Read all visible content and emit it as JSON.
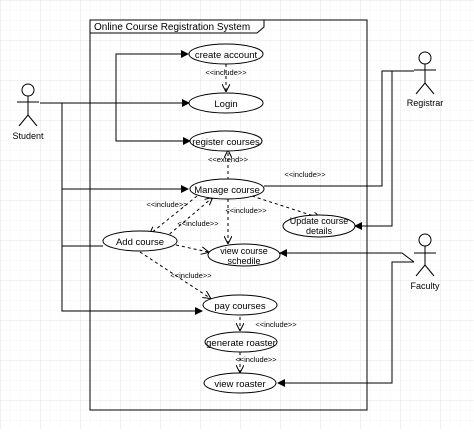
{
  "system_title": "Online  Course Registration System",
  "actors": {
    "student": "Student",
    "registrar": "Registrar",
    "faculty": "Faculty"
  },
  "use_cases": {
    "create_account": "create account",
    "login": "Login",
    "register_courses": "register courses",
    "manage_course": "Manage course",
    "update_course_details": [
      "Update course",
      "details"
    ],
    "add_course": "Add course",
    "view_course_schedule": [
      "view course",
      "schedile"
    ],
    "pay_courses": "pay courses",
    "generate_roaster": "generate roaster",
    "view_roaster": "view roaster"
  },
  "relations": {
    "include_create_login": "<<include>>",
    "extend_register_manage": "<<extend>>",
    "include_manage_update": "<<include>>",
    "include_manage_add": "<<include>>",
    "include_add_manage": "<<include>>",
    "include_manage_view": "<<include>>",
    "include_add_pay": "<<include>>",
    "include_pay_generate": "<<include>>",
    "include_generate_view": "<<include>>"
  }
}
